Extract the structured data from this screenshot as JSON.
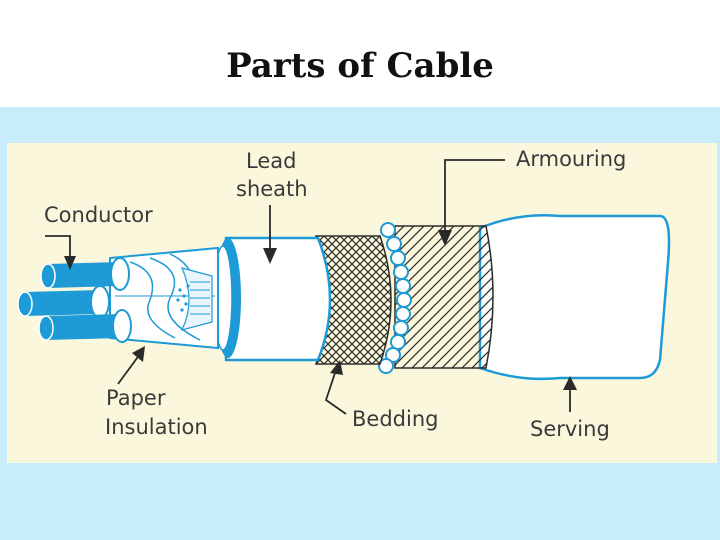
{
  "title": "Parts of Cable",
  "diagram": {
    "labels": {
      "lead_sheath_line1": "Lead",
      "lead_sheath_line2": "sheath",
      "armouring": "Armouring",
      "conductor": "Conductor",
      "paper_insulation_line1": "Paper",
      "paper_insulation_line2": "Insulation",
      "bedding": "Bedding",
      "serving": "Serving"
    },
    "colors": {
      "panel_background": "#c8ecfa",
      "diagram_background": "#fbf7dc",
      "conductor_blue": "#1e9ad6",
      "layer_fill": "#ffffff",
      "line": "#2a2a2a"
    }
  }
}
